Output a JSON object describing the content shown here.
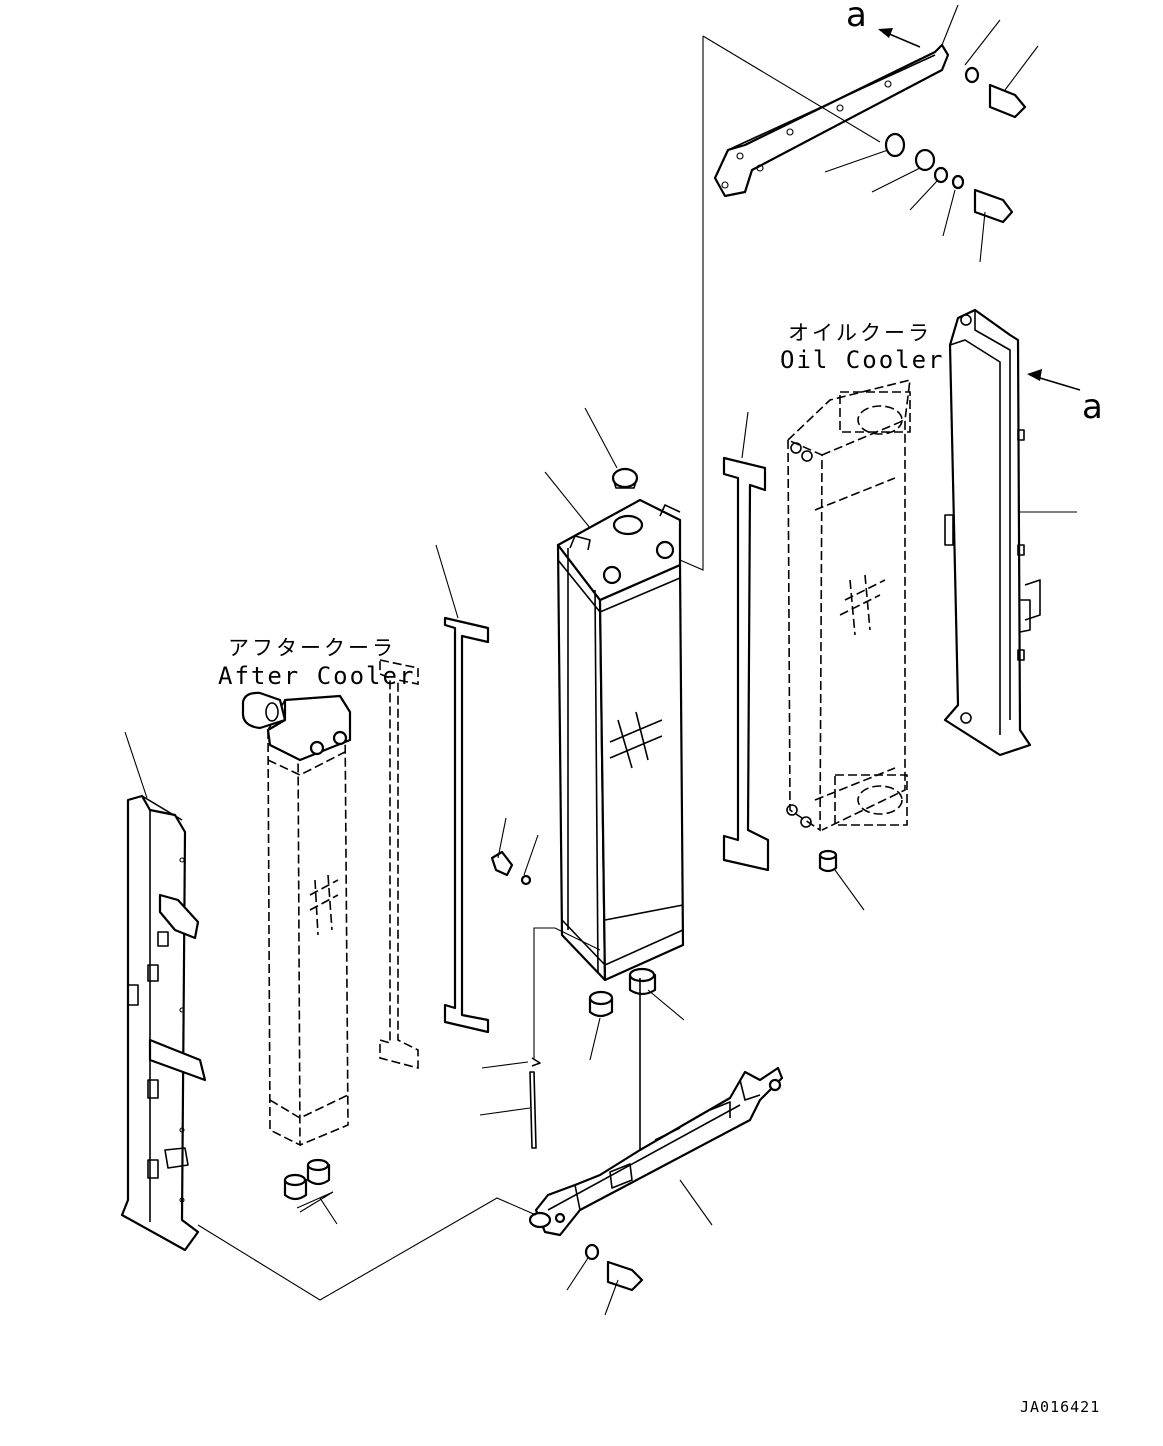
{
  "labels": {
    "after_cooler_jp": "アフタークーラ",
    "after_cooler_en": "After Cooler",
    "oil_cooler_jp": "オイルクーラ",
    "oil_cooler_en": "Oil Cooler",
    "view_mark_top": "a",
    "view_mark_right": "a",
    "drawing_code": "JA016421"
  },
  "colors": {
    "ink": "#000000",
    "paper": "#ffffff"
  }
}
